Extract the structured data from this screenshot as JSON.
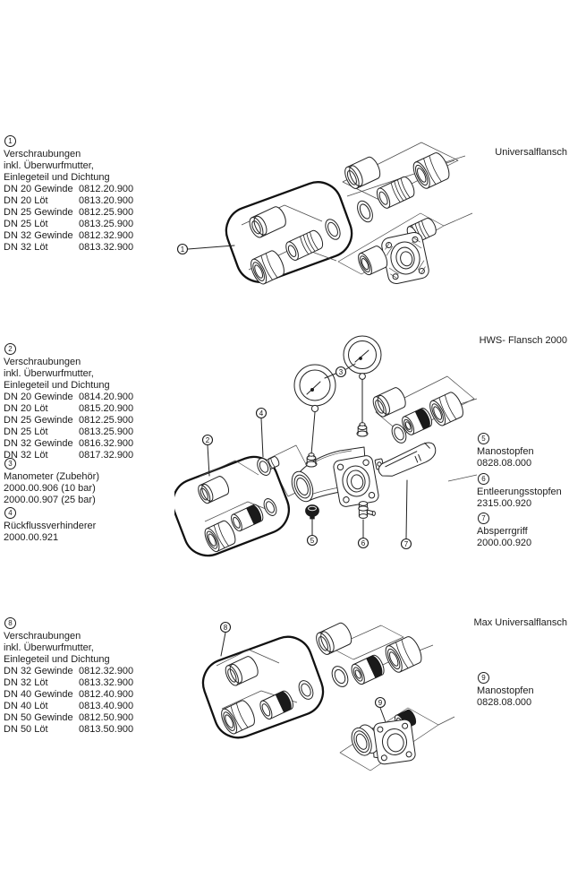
{
  "colors": {
    "ink": "#1c1c1c",
    "paper": "#ffffff"
  },
  "sections": {
    "s1": {
      "title": "Universalflansch",
      "item1": {
        "num": "1",
        "name": "Verschraubungen",
        "desc1": "inkl. Überwurfmutter,",
        "desc2": "Einlegeteil und Dichtung",
        "rows": [
          {
            "label": "DN 20 Gewinde",
            "part": "0812.20.900"
          },
          {
            "label": "DN 20 Löt",
            "part": "0813.20.900"
          },
          {
            "label": "DN 25 Gewinde",
            "part": "0812.25.900"
          },
          {
            "label": "DN 25 Löt",
            "part": "0813.25.900"
          },
          {
            "label": "DN 32 Gewinde",
            "part": "0812.32.900"
          },
          {
            "label": "DN 32 Löt",
            "part": "0813.32.900"
          }
        ]
      }
    },
    "s2": {
      "title": "HWS- Flansch 2000",
      "item2": {
        "num": "2",
        "name": "Verschraubungen",
        "desc1": "inkl. Überwurfmutter,",
        "desc2": "Einlegeteil und Dichtung",
        "rows": [
          {
            "label": "DN 20 Gewinde",
            "part": "0814.20.900"
          },
          {
            "label": "DN 20 Löt",
            "part": "0815.20.900"
          },
          {
            "label": "DN 25 Gewinde",
            "part": "0812.25.900"
          },
          {
            "label": "DN 25 Löt",
            "part": "0813.25.900"
          },
          {
            "label": "DN 32 Gewinde",
            "part": "0816.32.900"
          },
          {
            "label": "DN 32 Löt",
            "part": "0817.32.900"
          }
        ]
      },
      "item3": {
        "num": "3",
        "name": "Manometer (Zubehör)",
        "line1": "2000.00.906 (10 bar)",
        "line2": "2000.00.907 (25 bar)"
      },
      "item4": {
        "num": "4",
        "name": "Rückflussverhinderer",
        "line1": "2000.00.921"
      },
      "item5": {
        "num": "5",
        "name": "Manostopfen",
        "line1": "0828.08.000"
      },
      "item6": {
        "num": "6",
        "name": "Entleerungsstopfen",
        "line1": "2315.00.920"
      },
      "item7": {
        "num": "7",
        "name": "Absperrgriff",
        "line1": "2000.00.920"
      }
    },
    "s3": {
      "title": "Max Universalflansch",
      "item8": {
        "num": "8",
        "name": "Verschraubungen",
        "desc1": "inkl. Überwurfmutter,",
        "desc2": "Einlegeteil und Dichtung",
        "rows": [
          {
            "label": "DN 32 Gewinde",
            "part": "0812.32.900"
          },
          {
            "label": "DN 32 Löt",
            "part": "0813.32.900"
          },
          {
            "label": "DN 40 Gewinde",
            "part": "0812.40.900"
          },
          {
            "label": "DN 40 Löt",
            "part": "0813.40.900"
          },
          {
            "label": "DN 50 Gewinde",
            "part": "0812.50.900"
          },
          {
            "label": "DN 50 Löt",
            "part": "0813.50.900"
          }
        ]
      },
      "item9": {
        "num": "9",
        "name": "Manostopfen",
        "line1": "0828.08.000"
      }
    }
  }
}
